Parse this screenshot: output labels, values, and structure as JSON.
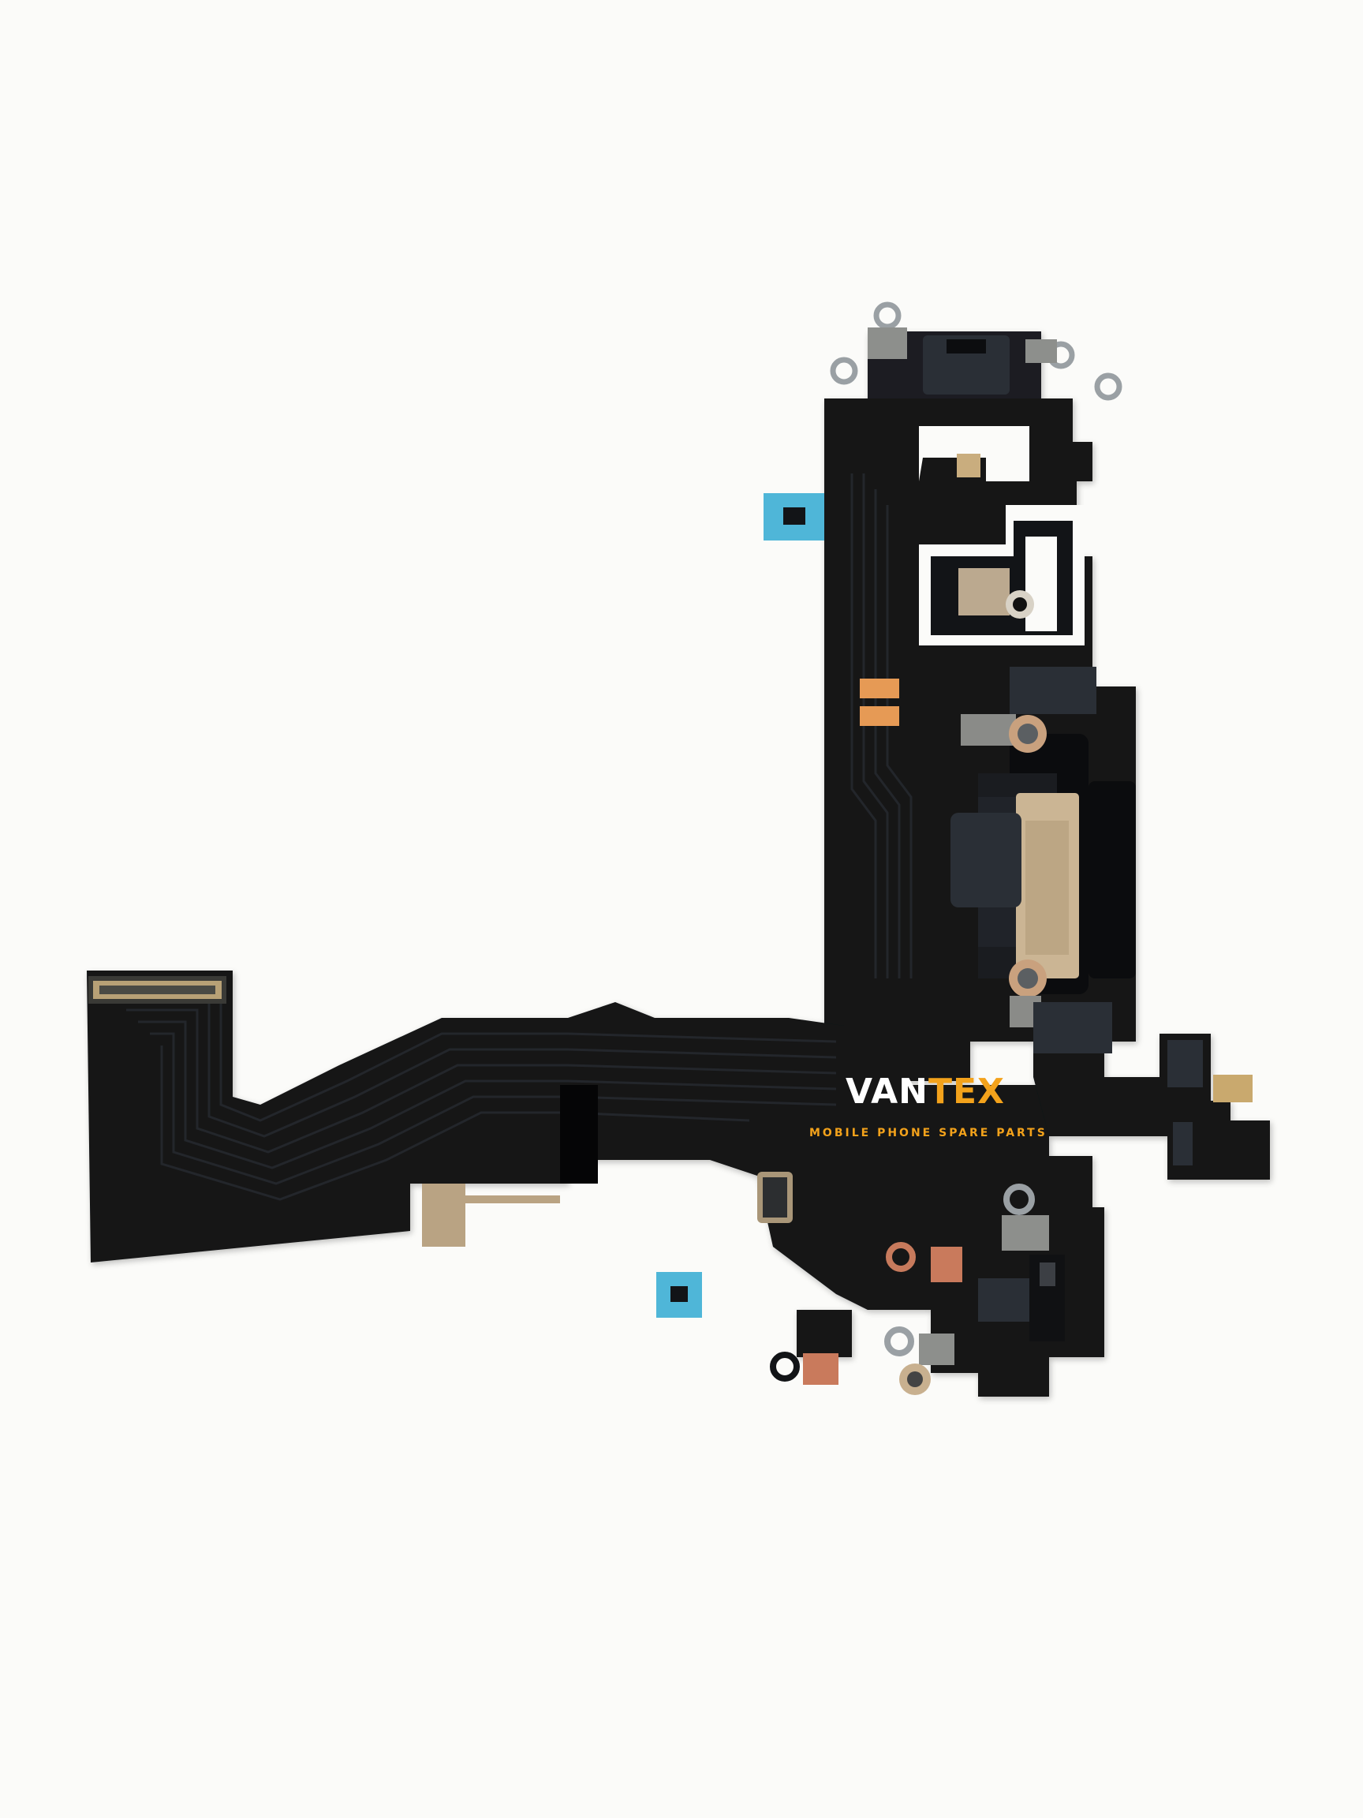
{
  "product": {
    "description_icon": "charging-port-flex-cable"
  },
  "watermark": {
    "brand_part1": "VAN",
    "brand_part2": "TEX",
    "tagline": "MOBILE PHONE SPARE PARTS",
    "colors": {
      "brand_white": "#ffffff",
      "accent": "#f3a21b"
    }
  },
  "colors": {
    "background": "#fbfbf9",
    "flex_cable": "#121417",
    "trace": "#23262b",
    "gold": "#c9ad7e",
    "blue_tape": "#4fb6d8",
    "orange_pad": "#e69a55",
    "copper_ring": "#c77a5c"
  }
}
